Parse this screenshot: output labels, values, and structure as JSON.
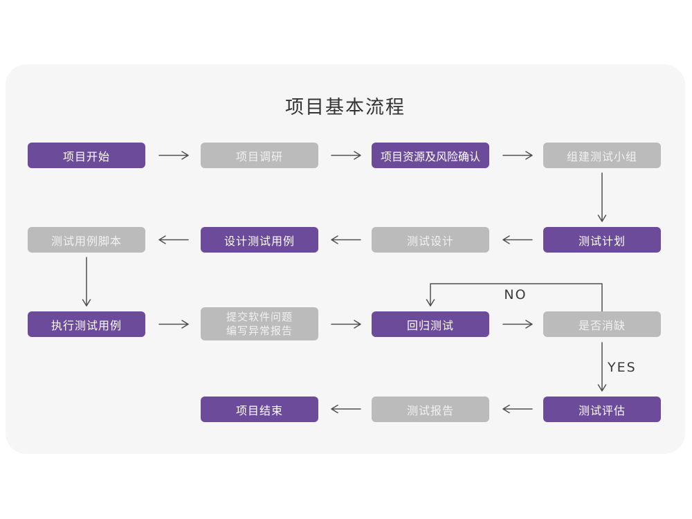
{
  "title": "项目基本流程",
  "labels": {
    "no": "NO",
    "yes": "YES"
  },
  "colors": {
    "accent_purple": "#6C4B9A",
    "node_gray": "#BBBBBB",
    "panel_background": "#F6F6F6",
    "arrow": "#4F4F4F",
    "title_text": "#333333"
  },
  "nodes": {
    "project_start": {
      "label": "项目开始",
      "variant": "purple"
    },
    "project_research": {
      "label": "项目调研",
      "variant": "gray"
    },
    "resource_risk": {
      "label": "项目资源及风险确认",
      "variant": "purple"
    },
    "build_team": {
      "label": "组建测试小组",
      "variant": "gray"
    },
    "test_plan": {
      "label": "测试计划",
      "variant": "purple"
    },
    "test_design": {
      "label": "测试设计",
      "variant": "gray"
    },
    "design_cases": {
      "label": "设计测试用例",
      "variant": "purple"
    },
    "case_script": {
      "label": "测试用例脚本",
      "variant": "gray"
    },
    "execute_cases": {
      "label": "执行测试用例",
      "variant": "purple"
    },
    "submit_issues": {
      "line1": "提交软件问题",
      "line2": "编写异常报告",
      "variant": "gray"
    },
    "regression_test": {
      "label": "回归测试",
      "variant": "purple"
    },
    "defect_resolved": {
      "label": "是否消缺",
      "variant": "gray"
    },
    "test_evaluate": {
      "label": "测试评估",
      "variant": "purple"
    },
    "test_report": {
      "label": "测试报告",
      "variant": "gray"
    },
    "project_end": {
      "label": "项目结束",
      "variant": "purple"
    }
  }
}
